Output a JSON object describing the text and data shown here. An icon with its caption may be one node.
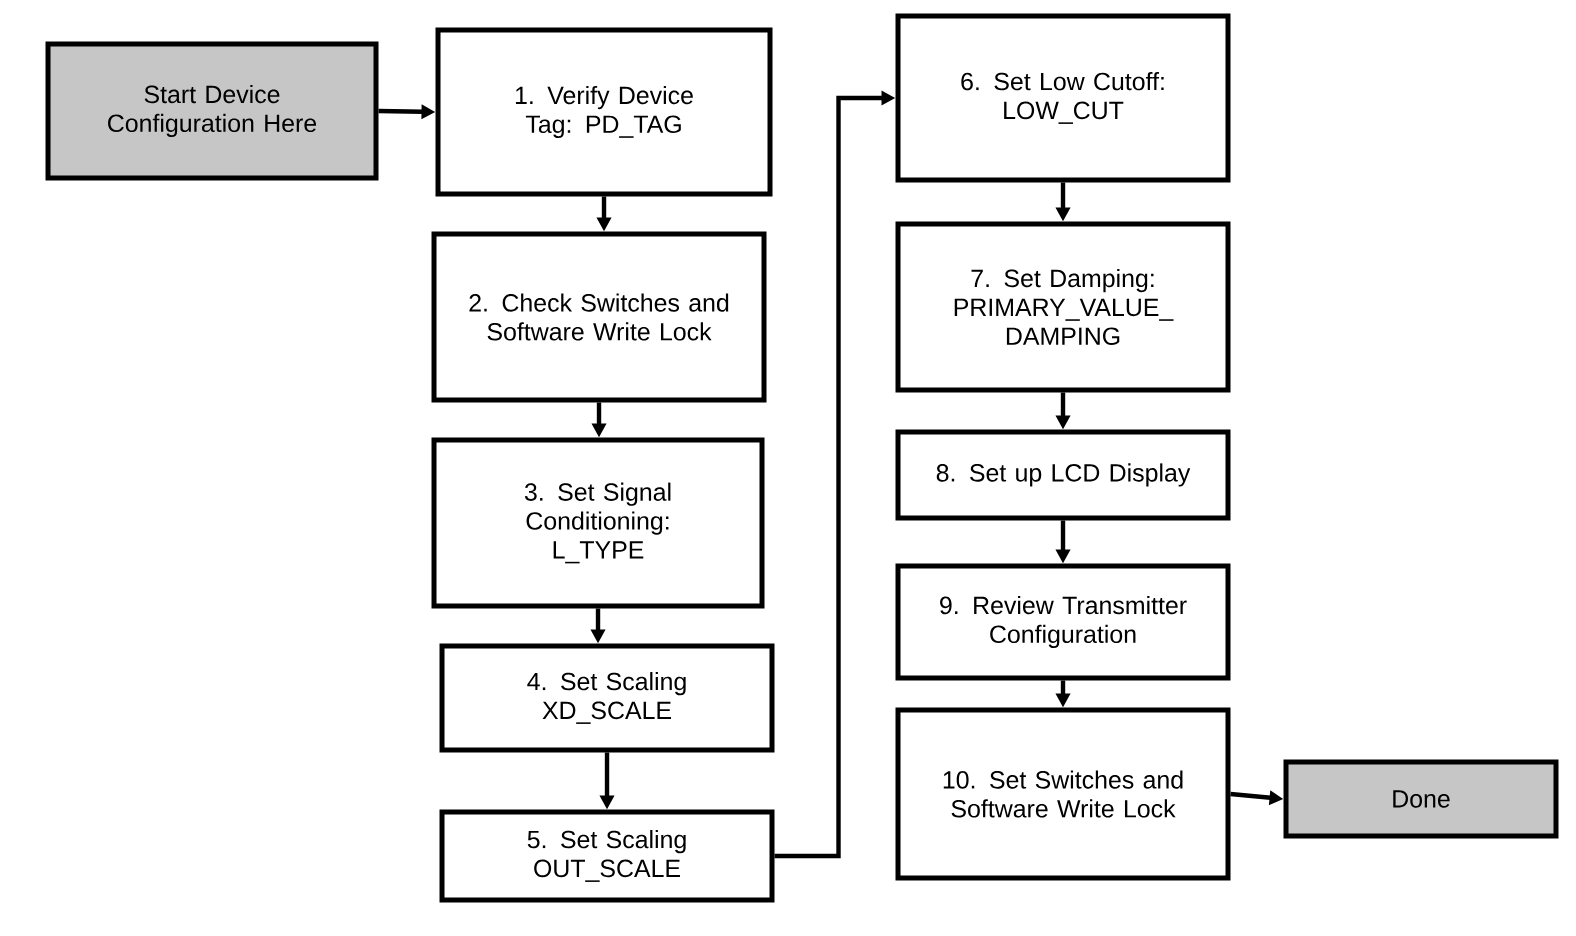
{
  "diagram": {
    "nodes": [
      {
        "text": [
          "Start Device Configuration Here"
        ]
      },
      {
        "text": [
          "1. Verify Device Tag: PD_TAG"
        ]
      },
      {
        "text": [
          "2. Check Switches and Software Write Lock"
        ]
      },
      {
        "text": [
          "3. Set Signal Conditioning: L_TYPE"
        ]
      },
      {
        "text": [
          "4. Set Scaling XD_SCALE"
        ]
      },
      {
        "text": [
          "5. Set Scaling OUT_SCALE"
        ]
      },
      {
        "text": [
          "6. Set Low Cutoff: LOW_CUT"
        ]
      },
      {
        "text": [
          "7. Set Damping: PRIMARY_VALUE_ DAMPING"
        ]
      },
      {
        "text": [
          "8. Set up LCD Display"
        ]
      },
      {
        "text": [
          "9. Review Transmitter Configuration"
        ]
      },
      {
        "text": [
          "10. Set Switches and Software Write Lock"
        ]
      },
      {
        "text": [
          "Done"
        ]
      }
    ],
    "edges": [
      {
        "from": 0,
        "to": 1,
        "arrow": "to"
      },
      {
        "from": 1,
        "to": 2,
        "arrow": "to"
      },
      {
        "from": 2,
        "to": 3,
        "arrow": "to"
      },
      {
        "from": 3,
        "to": 4,
        "arrow": "to"
      },
      {
        "from": 4,
        "to": 5,
        "arrow": "to"
      },
      {
        "from": 5,
        "to": 6,
        "arrow": "to"
      },
      {
        "from": 6,
        "to": 7,
        "arrow": "to"
      },
      {
        "from": 7,
        "to": 8,
        "arrow": "to"
      },
      {
        "from": 8,
        "to": 9,
        "arrow": "to"
      },
      {
        "from": 9,
        "to": 10,
        "arrow": "to"
      },
      {
        "from": 10,
        "to": 11,
        "arrow": "to"
      }
    ]
  }
}
